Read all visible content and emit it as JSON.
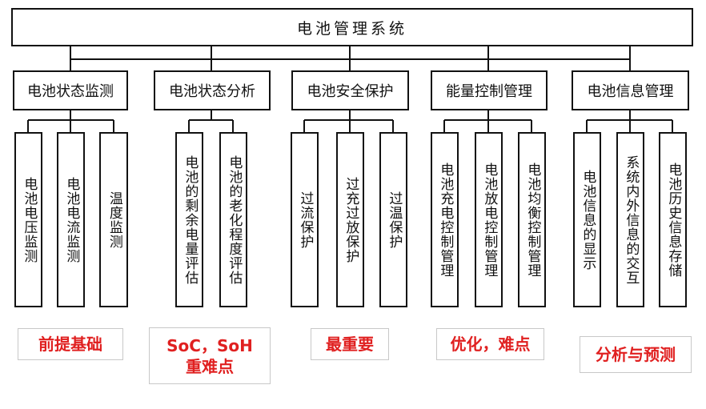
{
  "root": "电池管理系统",
  "categories": [
    {
      "label": "电池状态监测",
      "leaves": [
        "电池电压监测",
        "电池电流监测",
        "温度监测"
      ],
      "note": "前提基础"
    },
    {
      "label": "电池状态分析",
      "leaves": [
        "电池的剩余电量评估",
        "电池的老化程度评估"
      ],
      "note_line1": "SoC，SoH",
      "note_line2": "重难点"
    },
    {
      "label": "电池安全保护",
      "leaves": [
        "过流保护",
        "过充过放保护",
        "过温保护"
      ],
      "note": "最重要"
    },
    {
      "label": "能量控制管理",
      "leaves": [
        "电池充电控制管理",
        "电池放电控制管理",
        "电池均衡控制管理"
      ],
      "note": "优化，难点"
    },
    {
      "label": "电池信息管理",
      "leaves": [
        "电池信息的显示",
        "系统内外信息的交互",
        "电池历史信息存储"
      ],
      "note": "分析与预测"
    }
  ]
}
